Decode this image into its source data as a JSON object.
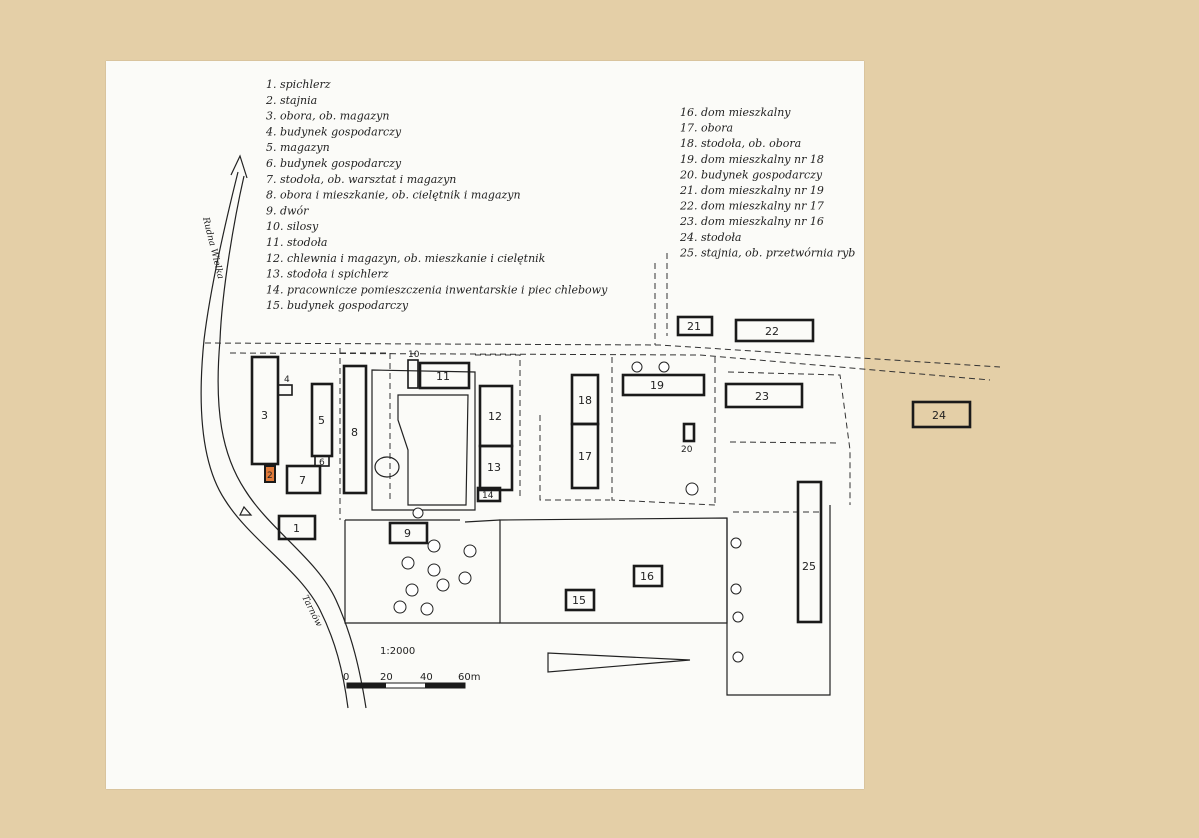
{
  "legend_left": [
    "1. spichlerz",
    "2. stajnia",
    "3. obora, ob. magazyn",
    "4. budynek gospodarczy",
    "5. magazyn",
    "6. budynek gospodarczy",
    "7. stodoła, ob. warsztat i magazyn",
    "8. obora i mieszkanie, ob. cielętnik i magazyn",
    "9. dwór",
    "10. silosy",
    "11. stodoła",
    "12. chlewnia i magazyn, ob. mieszkanie i cielętnik",
    "13. stodoła i spichlerz",
    "14. pracownicze pomieszczenia inwentarskie i piec chlebowy",
    "15. budynek gospodarczy"
  ],
  "legend_right": [
    "16. dom mieszkalny",
    "17. obora",
    "18. stodoła, ob. obora",
    "19. dom mieszkalny nr 18",
    "20. budynek gospodarczy",
    "21. dom mieszkalny nr 19",
    "22. dom mieszkalny nr 17",
    "23. dom mieszkalny nr 16",
    "24. stodoła",
    "25. stajnia, ob. przetwórnia ryb"
  ],
  "road_labels": {
    "north": "Rudna Wielka",
    "south": "Tarnów"
  },
  "scale": {
    "ratio": "1:2000",
    "ticks": [
      "0",
      "20",
      "40",
      "60m"
    ]
  },
  "building_numbers": [
    "1",
    "2",
    "3",
    "4",
    "5",
    "6",
    "7",
    "8",
    "9",
    "10",
    "11",
    "12",
    "13",
    "14",
    "15",
    "16",
    "17",
    "18",
    "19",
    "20",
    "21",
    "22",
    "23",
    "24",
    "25"
  ],
  "colors": {
    "board": "#e4cfa7",
    "paper": "#fbfbf8",
    "ink": "#1a1a1a",
    "highlight": "#e07a3a"
  }
}
